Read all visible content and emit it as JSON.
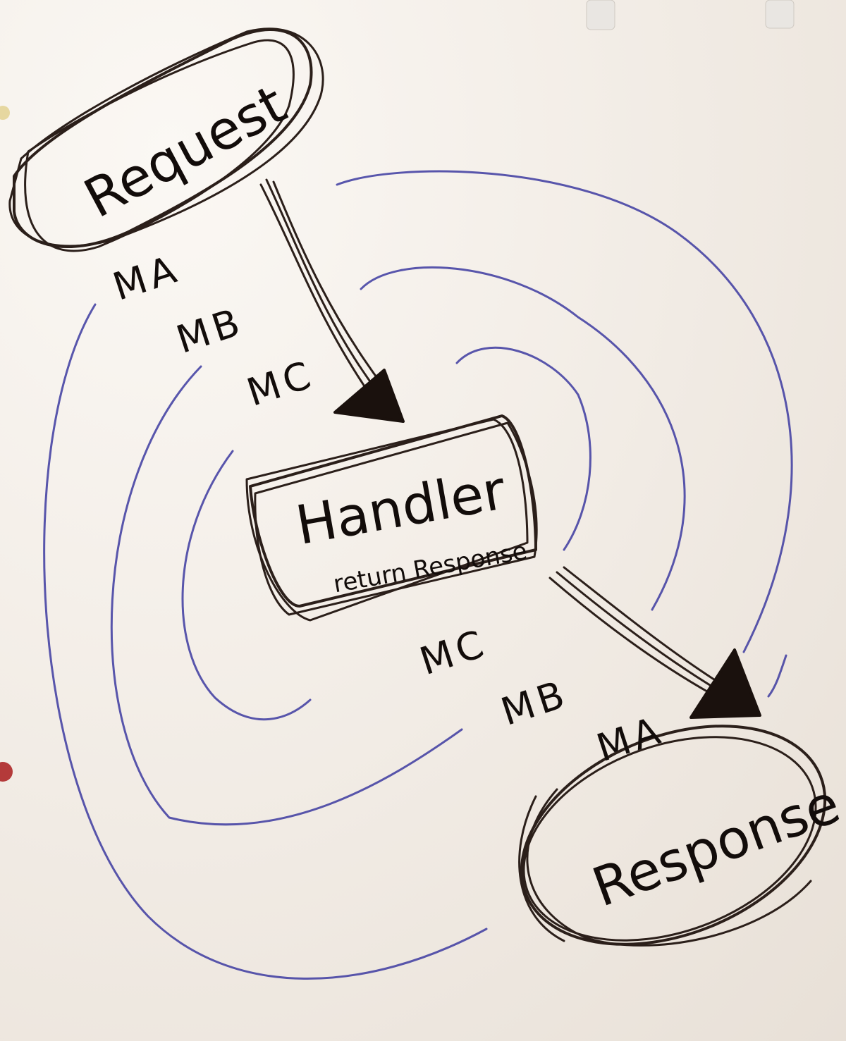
{
  "diagram": {
    "nodes": {
      "request": {
        "label": "Request"
      },
      "handler": {
        "label": "Handler",
        "sublabel": "return Response"
      },
      "response": {
        "label": "Response"
      }
    },
    "inbound_middleware": [
      "MA",
      "MB",
      "MC"
    ],
    "outbound_middleware": [
      "MC",
      "MB",
      "MA"
    ]
  }
}
